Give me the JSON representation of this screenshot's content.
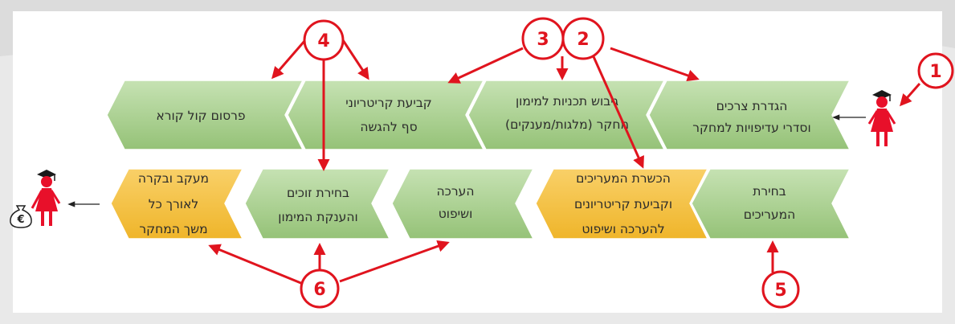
{
  "steps": {
    "s1": {
      "line1": "הגדרת צרכים",
      "line2": "וסדרי עדיפויות למחקר"
    },
    "s2": {
      "line1": "גיבוש תכניות למימון",
      "line2": "מחקר (מלגות/מענקים)"
    },
    "s3": {
      "line1": "קביעת קריטריוני",
      "line2": "סף להגשה"
    },
    "s4": {
      "line1": "פרסום קול קורא"
    },
    "s5": {
      "line1": "בחירת",
      "line2": "המעריכים"
    },
    "s6": {
      "line1": "הכשרת המעריכים",
      "line2": "וקביעת קריטריונים",
      "line3": "להערכה ושיפוט"
    },
    "s7": {
      "line1": "הערכה",
      "line2": "ושיפוט"
    },
    "s8": {
      "line1": "בחירת זוכים",
      "line2": "והענקת המימון"
    },
    "s9": {
      "line1": "מעקב ובקרה",
      "line2": "לאורך כל",
      "line3": "משך המחקר"
    }
  },
  "callouts": {
    "c1": "1",
    "c2": "2",
    "c3": "3",
    "c4": "4",
    "c5": "5",
    "c6": "6"
  },
  "icons": {
    "researcher_start": "graduate-woman-icon",
    "researcher_end": "graduate-woman-icon",
    "money_bag": "euro-money-bag-icon",
    "money_symbol": "€"
  },
  "colors": {
    "green": "#a9cf8f",
    "yellow": "#f5c242",
    "callout_red": "#e0141e",
    "figure_red": "#e8102a"
  }
}
